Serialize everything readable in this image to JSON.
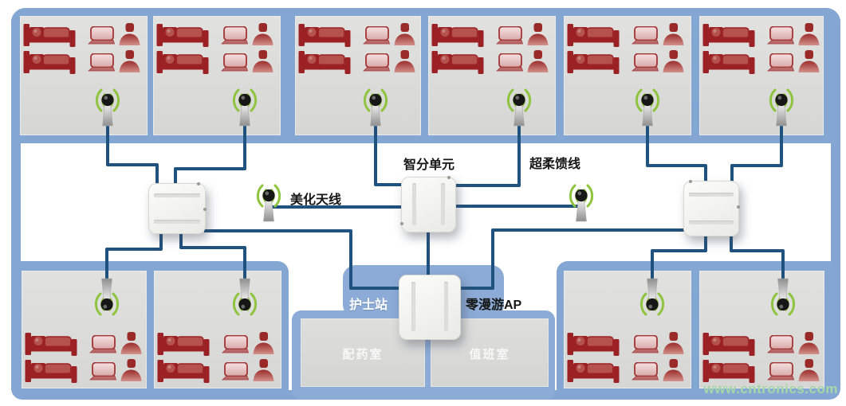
{
  "diagram": {
    "type": "network-topology",
    "labels": {
      "smart_distribution_unit": "智分单元",
      "ultra_soft_feeder": "超柔馈线",
      "beautified_antenna": "美化天线",
      "nurse_station": "护士站",
      "zero_roaming_ap": "零漫游AP",
      "dispensing_room": "配药室",
      "duty_room": "值班室"
    },
    "watermark": "www.cntronics.com",
    "counts": {
      "patient_rooms": 10,
      "beds_per_room": 2,
      "patients_per_room": 2,
      "laptops_per_room": 2,
      "room_antennas": 10,
      "corridor_antennas": 2,
      "distribution_units": 3,
      "zero_roaming_aps": 1
    },
    "colors": {
      "frame_blue": "#84a6d3",
      "room_gray": "#dcdcdc",
      "cable_navy": "#20527f",
      "antenna_green": "#8fc43e",
      "bed_red": "#9b2125",
      "device_white": "#f7f7f4",
      "watermark_green": "#a6d7a6"
    },
    "icons": {
      "bed": "bed-icon",
      "patient": "patient-icon",
      "laptop": "laptop-icon",
      "antenna": "wifi-antenna-icon",
      "access_point": "access-point-device"
    }
  }
}
